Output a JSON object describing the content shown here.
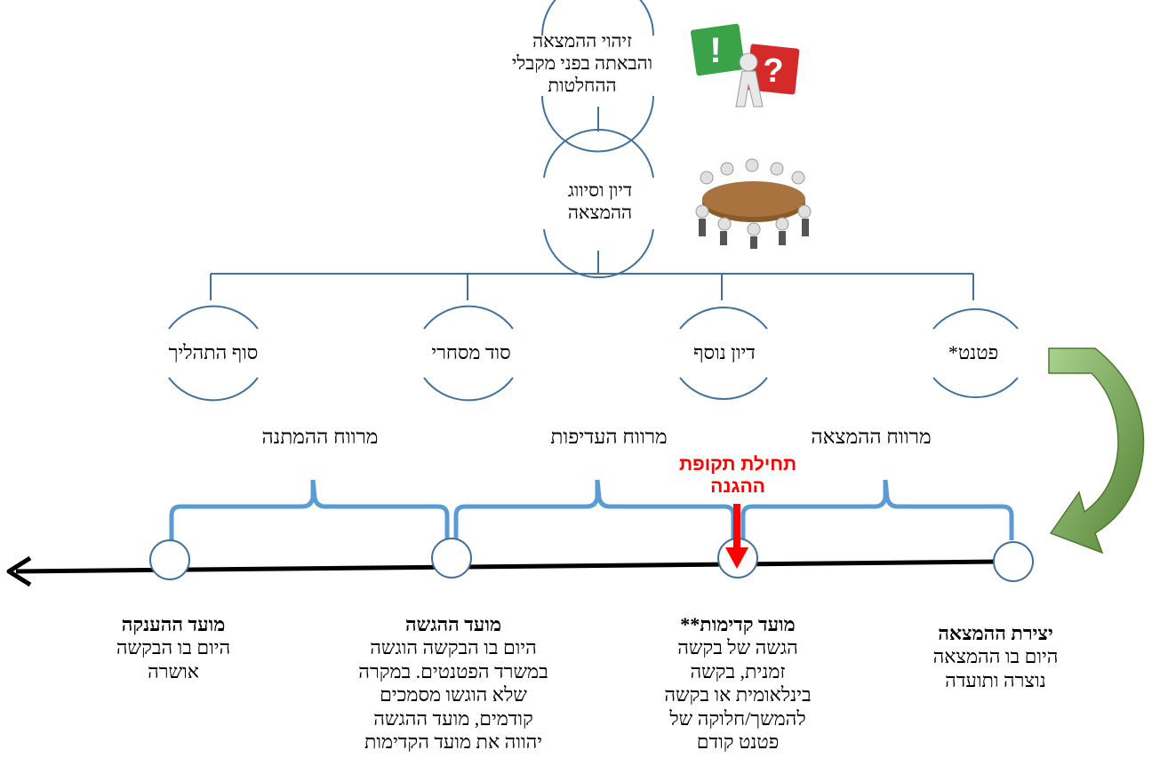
{
  "top_steps": [
    {
      "label": "זיהוי ההמצאה\nוהבאתה בפני מקבלי\nההחלטות",
      "icon": "question-exclamation-icon"
    },
    {
      "label": "דיון וסיווג\nההמצאה",
      "icon": "meeting-table-icon"
    }
  ],
  "branches": [
    {
      "label": "סוף התהליך"
    },
    {
      "label": "סוד מסחרי"
    },
    {
      "label": "דיון נוסף"
    },
    {
      "label": "פטנט*"
    }
  ],
  "profits": [
    {
      "label": "מרווח ההמתנה"
    },
    {
      "label": "מרווח העדיפות"
    },
    {
      "label": "מרווח ההמצאה"
    }
  ],
  "protection_marker": {
    "label": "תחילת תקופת\nההגנה",
    "color": "#ff0000"
  },
  "timeline_events": [
    {
      "title": "מועד ההענקה",
      "desc": "היום בו הבקשה\nאושרה"
    },
    {
      "title": "מועד ההגשה",
      "desc": "היום בו הבקשה הוגשה\nבמשרד הפטנטים. במקרה\nשלא הוגשו מסמכים\nקודמים, מועד ההגשה\nיהווה את מועד הקדימות"
    },
    {
      "title": "מועד  קדימות**",
      "desc": "הגשה של בקשה\nזמנית, בקשה\nבינלאומית או בקשה\nלהמשך/חלוקה של\nפטנט קודם"
    },
    {
      "title": "יצירת ההמצאה",
      "desc": "היום בו ההמצאה\nנוצרה ותועדה"
    }
  ],
  "colors": {
    "bracket": "#5b9bd5",
    "arrow_green": "#70ad47",
    "circle_stroke": "#41719c",
    "timeline": "#000000"
  }
}
